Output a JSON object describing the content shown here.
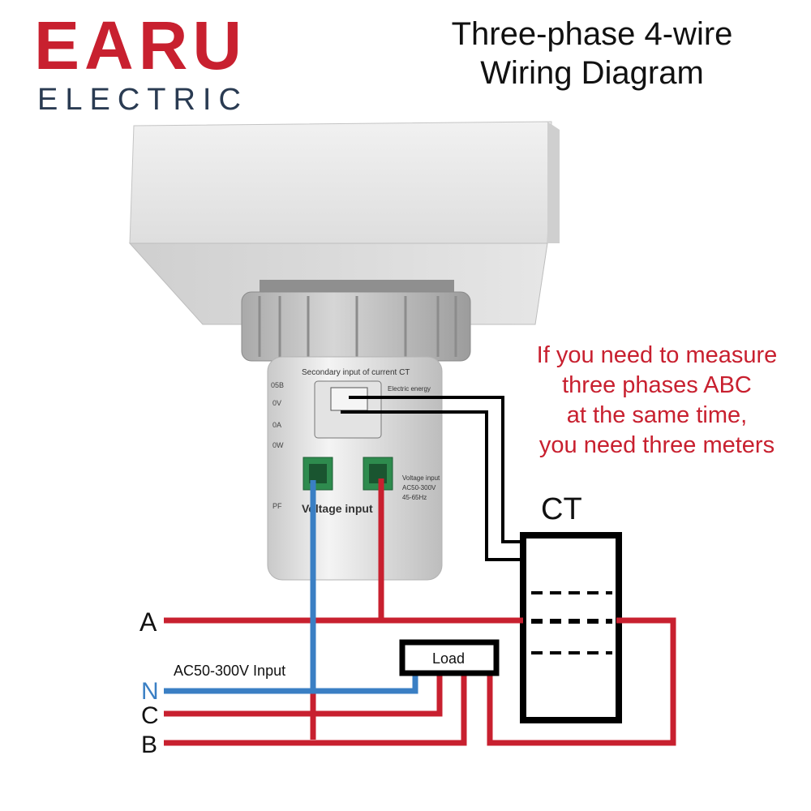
{
  "brand": {
    "name": "EARU",
    "tagline": "ELECTRIC",
    "color": "#c8202f",
    "sub_color": "#2a3b52"
  },
  "title": {
    "line1": "Three-phase 4-wire",
    "line2": "Wiring Diagram"
  },
  "note": {
    "lines": [
      "If you need to measure",
      "three phases ABC",
      "at the same time,",
      "you need three meters"
    ],
    "color": "#c8202f"
  },
  "device": {
    "terminal_label_top": "Secondary input of current CT",
    "terminal_label_side": "Electric energy",
    "voltage_label": "Voltage input",
    "voltage_spec_1": "Voltage input",
    "voltage_spec_2": "AC50-300V",
    "voltage_spec_3": "45-65Hz",
    "side_text": [
      "05B",
      "0V",
      "0A",
      "0W",
      "PF"
    ]
  },
  "components": {
    "ct": "CT",
    "load": "Load"
  },
  "lines": {
    "a": "A",
    "n": "N",
    "c": "C",
    "b": "B",
    "input_label": "AC50-300V Input"
  },
  "colors": {
    "phase": "#c8202f",
    "neutral": "#3a7fc4",
    "ct_wire": "#000000"
  }
}
